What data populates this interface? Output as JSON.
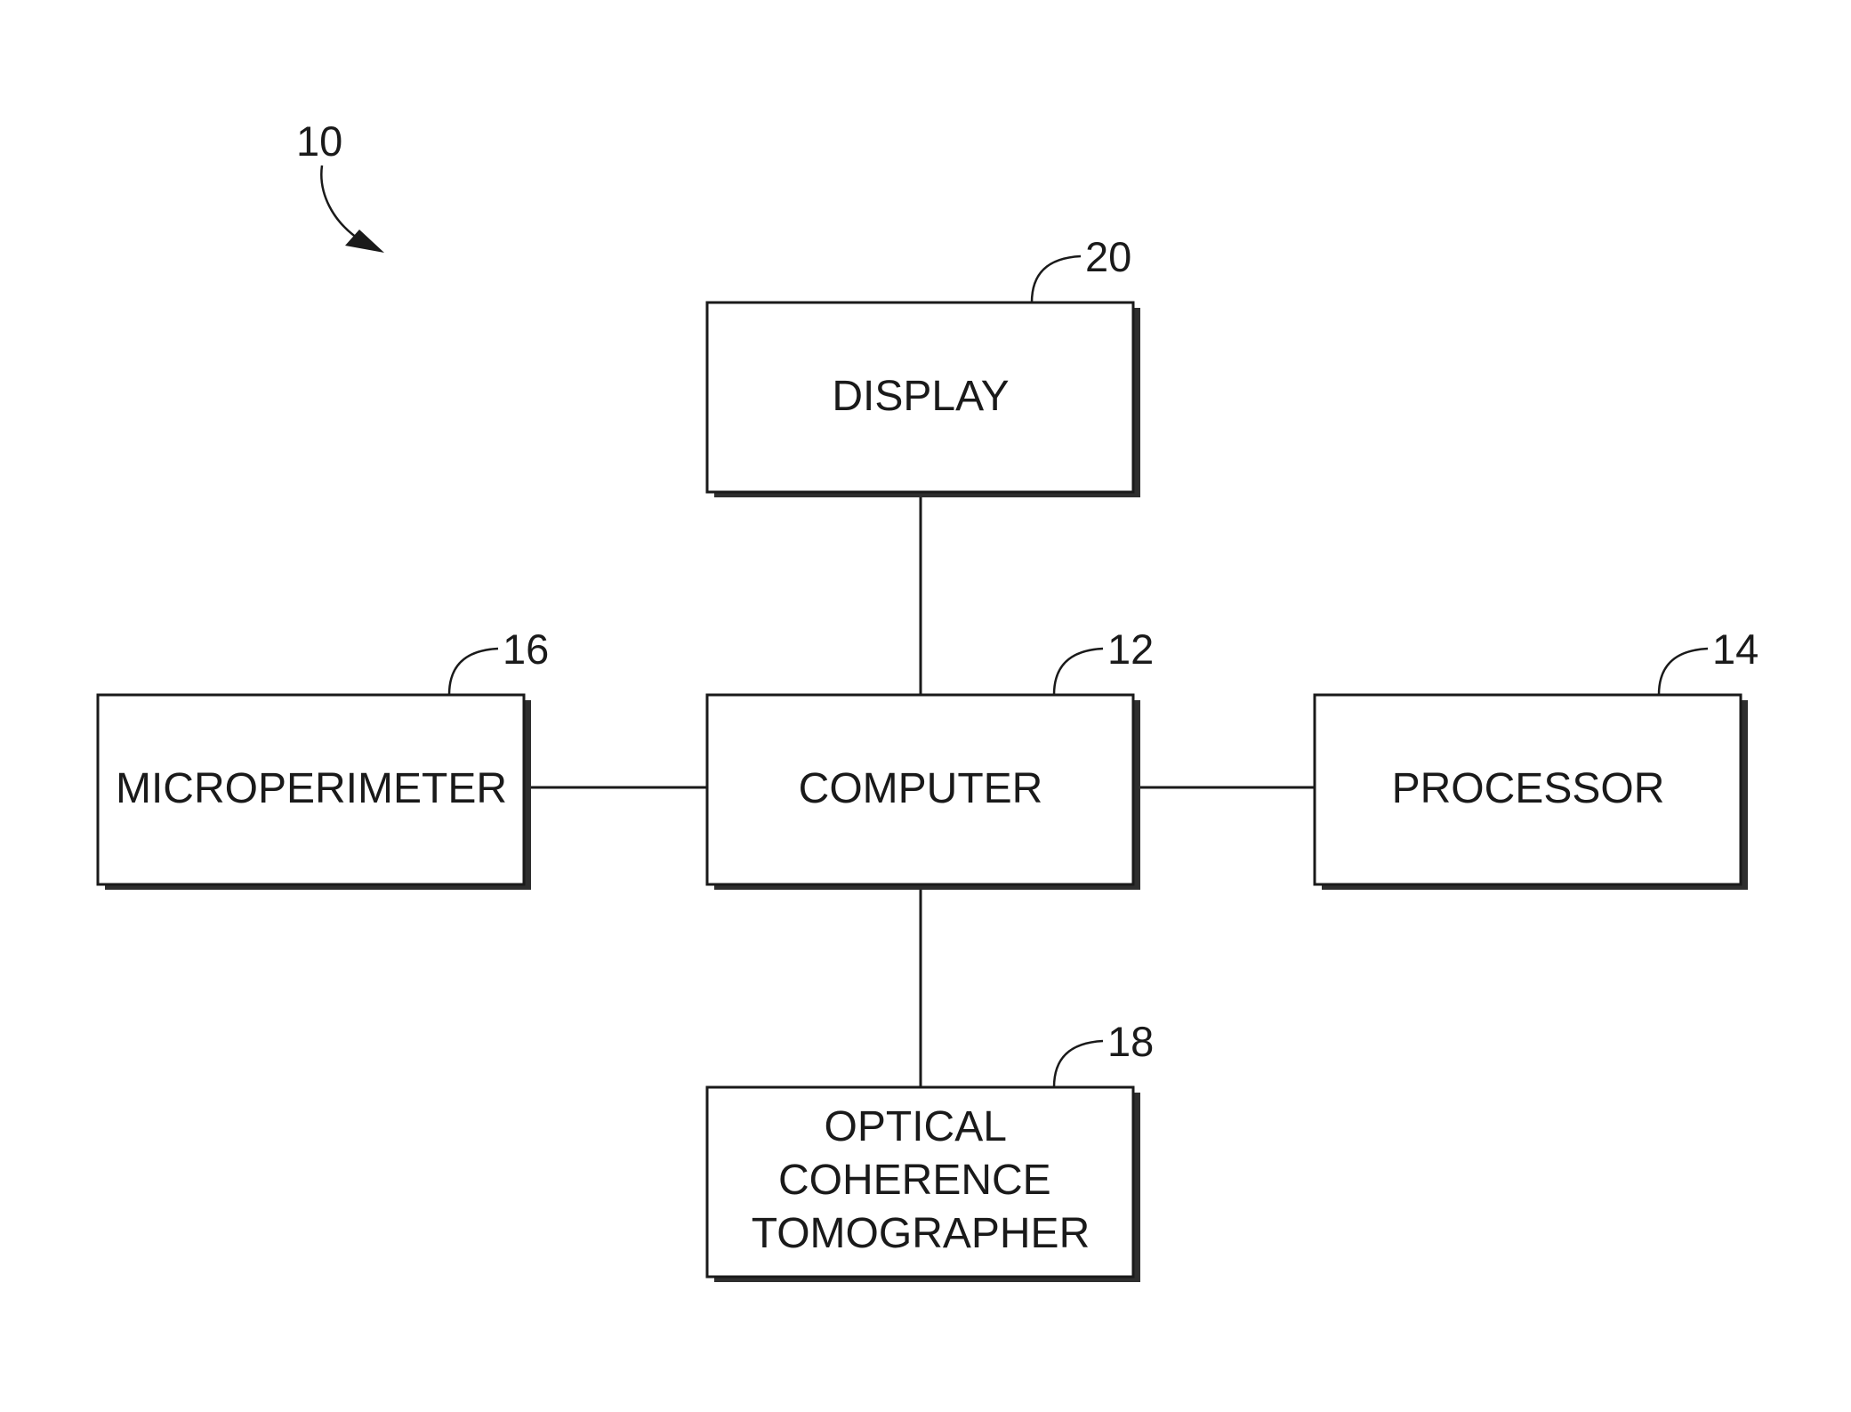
{
  "figure_ref": "10",
  "blocks": {
    "display": {
      "label_lines": [
        "DISPLAY"
      ],
      "ref": "20"
    },
    "computer": {
      "label_lines": [
        "COMPUTER"
      ],
      "ref": "12"
    },
    "microperimeter": {
      "label_lines": [
        "MICROPERIMETER"
      ],
      "ref": "16"
    },
    "processor": {
      "label_lines": [
        "PROCESSOR"
      ],
      "ref": "14"
    },
    "oct": {
      "label_lines": [
        "OPTICAL",
        "COHERENCE",
        "TOMOGRAPHER"
      ],
      "ref": "18"
    }
  },
  "connections": [
    [
      "display",
      "computer"
    ],
    [
      "microperimeter",
      "computer"
    ],
    [
      "computer",
      "processor"
    ],
    [
      "computer",
      "oct"
    ]
  ]
}
